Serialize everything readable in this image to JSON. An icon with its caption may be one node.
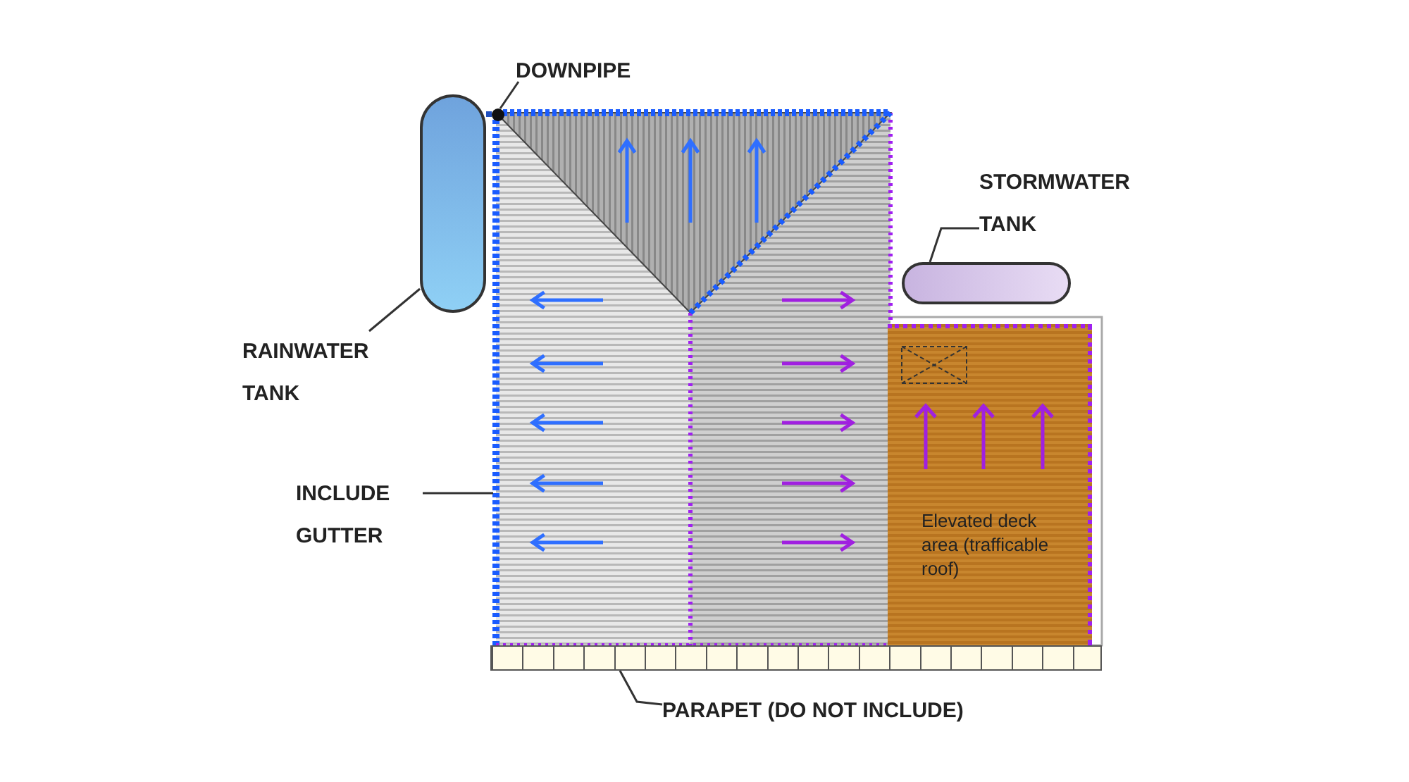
{
  "diagram": {
    "nodes": [
      {
        "text": [
          "DOWNPIPE"
        ]
      },
      {
        "text": [],
        "shape": "circle"
      },
      {
        "text": [
          "RAINWATER TANK"
        ]
      },
      {
        "text": [],
        "shape": "cylinder"
      },
      {
        "text": [
          "STORMWATER TANK"
        ]
      },
      {
        "text": [],
        "shape": "cylinder"
      },
      {
        "text": [
          "INCLUDE GUTTER"
        ]
      },
      {
        "text": [
          "PARAPET (DO NOT INCLUDE)"
        ]
      },
      {
        "text": [],
        "shape": "bar"
      },
      {
        "text": [
          "Elevated deck area (trafficable roof)"
        ]
      }
    ],
    "edges": [
      {
        "from": 0,
        "to": 1,
        "arrow": "none"
      },
      {
        "from": 2,
        "to": 3,
        "arrow": "none"
      },
      {
        "from": 4,
        "to": 5,
        "arrow": "none"
      },
      {
        "from": 6,
        "to": null,
        "arrow": "none"
      },
      {
        "from": 7,
        "to": 8,
        "arrow": "none"
      },
      {
        "from": 3,
        "to": 1,
        "arrow": "none",
        "style": "thick",
        "color": "#1f4fbf"
      }
    ]
  }
}
